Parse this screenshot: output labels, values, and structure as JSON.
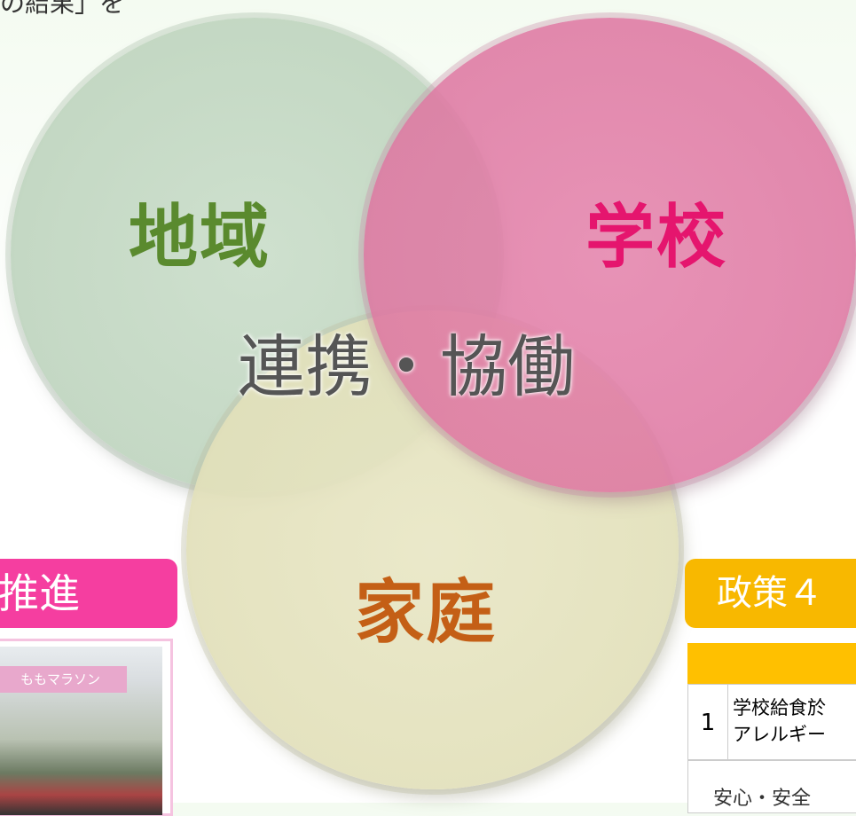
{
  "top_fragment": "の結果」を",
  "diagram": {
    "circles": [
      {
        "id": "chiiki",
        "label": "地域",
        "color": "#5a8a2e"
      },
      {
        "id": "gakkou",
        "label": "学校",
        "color": "#e5156e"
      },
      {
        "id": "katei",
        "label": "家庭",
        "color": "#c45f16"
      }
    ],
    "center_label": "連携・協働"
  },
  "left_panel": {
    "pill_label": "推進",
    "pill_color": "#f53ea0",
    "photo_banner": "ももマラソン"
  },
  "right_panel": {
    "pill_label": "政策４",
    "pill_color": "#f8b800",
    "table": {
      "rows": [
        {
          "num": "1",
          "line1": "学校給食於",
          "line2": "アレルギー"
        },
        {
          "num": "",
          "line1": "安心・安全",
          "line2": ""
        }
      ]
    }
  }
}
